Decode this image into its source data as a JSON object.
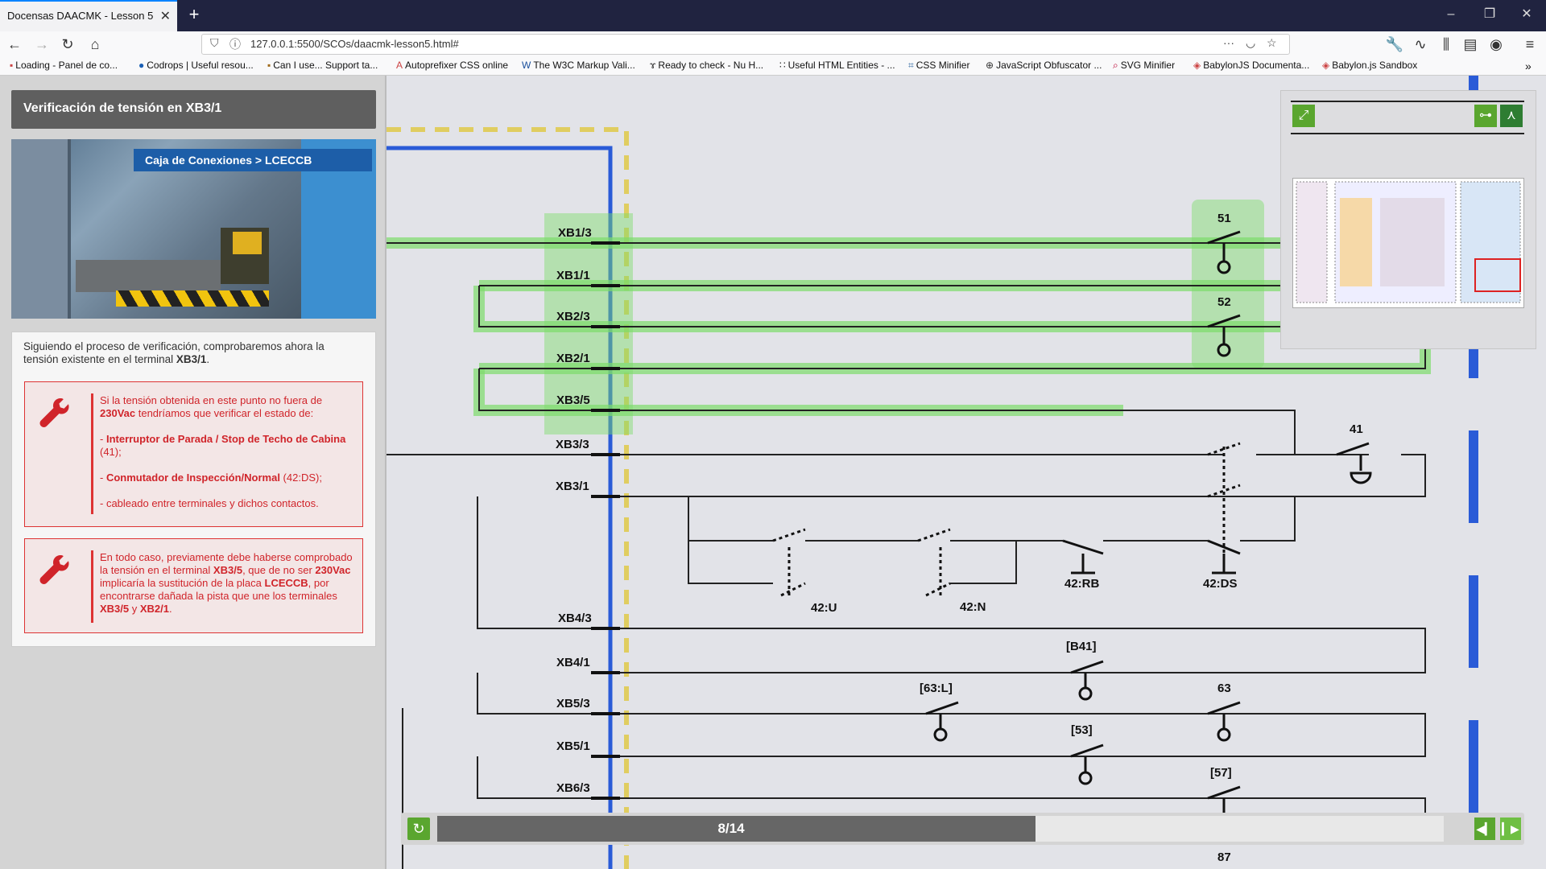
{
  "browser": {
    "tab_title": "Docensas DAACMK - Lesson 5",
    "url": "127.0.0.1:5500/SCOs/daacmk-lesson5.html#",
    "bookmarks": [
      "Loading - Panel de co...",
      "Codrops | Useful resou...",
      "Can I use... Support ta...",
      "Autoprefixer CSS online",
      "The W3C Markup Vali...",
      "Ready to check - Nu H...",
      "Useful HTML Entities - ...",
      "CSS Minifier",
      "JavaScript Obfuscator ...",
      "SVG Minifier",
      "BabylonJS Documenta...",
      "Babylon.js Sandbox"
    ]
  },
  "lesson": {
    "title": "Verificación de tensión en XB3/1",
    "photo_label": "Caja de Conexiones > LCECCB",
    "intro_a": "Siguiendo el proceso de verificación, comprobaremos ahora la tensión existente en el terminal ",
    "intro_b": "XB3/1",
    "intro_c": ".",
    "warn1": {
      "l1a": "Si la tensión obtenida en este punto no fuera de ",
      "l1b": "230Vac",
      "l1c": " tendríamos que verificar el estado de:",
      "l2a": "- ",
      "l2b": "Interruptor de Parada / Stop de Techo de Cabina",
      "l2c": " (41);",
      "l3a": "- ",
      "l3b": "Conmutador de Inspección/Normal",
      "l3c": " (42:DS);",
      "l4": "- cableado entre terminales y dichos contactos."
    },
    "warn2": {
      "a": "En todo caso, previamente debe haberse comprobado la tensión en el terminal ",
      "b": "XB3/5",
      "c": ", que de no ser ",
      "d": "230Vac",
      "e": " implicaría la sustitución de la placa ",
      "f": "LCECCB",
      "g": ", por encontrarse dañada la pista que une los terminales ",
      "h": "XB3/5",
      "i": " y ",
      "j": "XB2/1",
      "k": "."
    }
  },
  "schematic": {
    "terminals": [
      "XB1/3",
      "XB1/1",
      "XB2/3",
      "XB2/1",
      "XB3/5",
      "XB3/3",
      "XB3/1",
      "XB4/3",
      "XB4/1",
      "XB5/3",
      "XB5/1",
      "XB6/3"
    ],
    "labels": {
      "c51": "51",
      "c52": "52",
      "c41": "41",
      "c42u": "42:U",
      "c42n": "42:N",
      "c42rb": "42:RB",
      "c42ds": "42:DS",
      "cb41": "[B41]",
      "c63l": "[63:L]",
      "c63": "63",
      "c53": "[53]",
      "c57": "[57]",
      "c87": "87"
    },
    "highlight_color": "#7ddc6b",
    "bus_color": "#2a5bd7"
  },
  "player": {
    "progress_text": "8/14",
    "current": 8,
    "total": 14
  },
  "icons": {
    "reload": "reload-icon",
    "prev": "previous-icon",
    "next": "next-icon",
    "wrench": "wrench-icon",
    "fullscreen": "fullscreen-icon"
  }
}
